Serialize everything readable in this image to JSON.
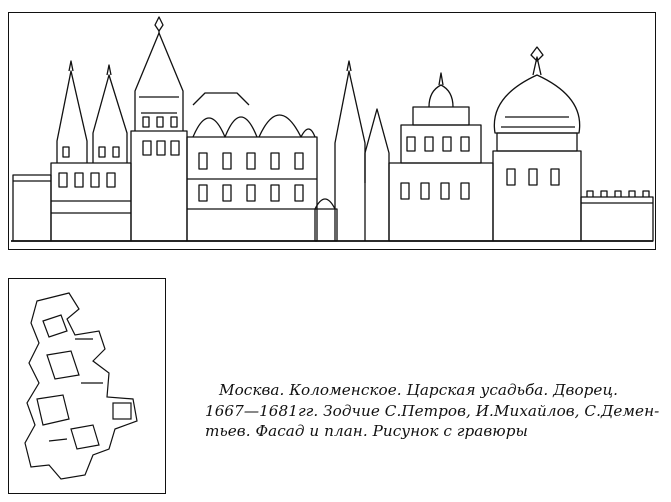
{
  "caption": {
    "line1": "Москва. Коломенское. Царская усадьба. Дворец.",
    "line2": "1667—1681гг. Зодчие С.Петров, И.Михайлов, С.Демен-",
    "line3": "тьев. Фасад и план. Рисунок с гравюры"
  }
}
